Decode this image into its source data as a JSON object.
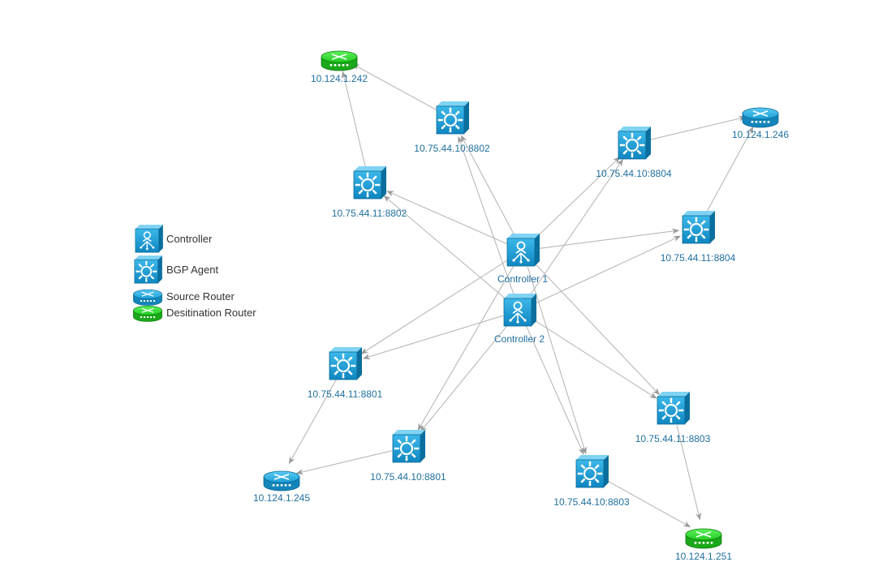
{
  "colors": {
    "device_blue": "#1a9fd6",
    "device_blue_dark": "#0b6f9e",
    "router_green": "#22cc22",
    "router_green_dark": "#149414",
    "edge": "#b8b8b8",
    "label": "#1f6f9f"
  },
  "legend": [
    {
      "type": "controller",
      "label": "Controller",
      "icon": "controller-icon"
    },
    {
      "type": "bgp-agent",
      "label": "BGP Agent",
      "icon": "bgp-agent-icon"
    },
    {
      "type": "source-router",
      "label": "Source Router",
      "icon": "source-router-icon"
    },
    {
      "type": "destination-router",
      "label": "Desitination Router",
      "icon": "destination-router-icon"
    }
  ],
  "nodes": [
    {
      "id": "c1",
      "type": "controller",
      "label": "Controller 1"
    },
    {
      "id": "c2",
      "type": "controller",
      "label": "Controller 2"
    },
    {
      "id": "a1",
      "type": "bgp-agent",
      "label": "10.75.44.10:8802"
    },
    {
      "id": "a2",
      "type": "bgp-agent",
      "label": "10.75.44.11:8802"
    },
    {
      "id": "a3",
      "type": "bgp-agent",
      "label": "10.75.44.10:8804"
    },
    {
      "id": "a4",
      "type": "bgp-agent",
      "label": "10.75.44.11:8804"
    },
    {
      "id": "a5",
      "type": "bgp-agent",
      "label": "10.75.44.11:8801"
    },
    {
      "id": "a6",
      "type": "bgp-agent",
      "label": "10.75.44.10:8801"
    },
    {
      "id": "a7",
      "type": "bgp-agent",
      "label": "10.75.44.11:8803"
    },
    {
      "id": "a8",
      "type": "bgp-agent",
      "label": "10.75.44.10:8803"
    },
    {
      "id": "r1",
      "type": "destination-router",
      "label": "10.124.1.242"
    },
    {
      "id": "r2",
      "type": "source-router",
      "label": "10.124.1.246"
    },
    {
      "id": "r3",
      "type": "source-router",
      "label": "10.124.1.245"
    },
    {
      "id": "r4",
      "type": "destination-router",
      "label": "10.124.1.251"
    }
  ],
  "edges": [
    {
      "from": "c1",
      "to": "a2"
    },
    {
      "from": "c1",
      "to": "a1"
    },
    {
      "from": "c1",
      "to": "a4"
    },
    {
      "from": "c1",
      "to": "a5"
    },
    {
      "from": "c1",
      "to": "a6"
    },
    {
      "from": "c1",
      "to": "a7"
    },
    {
      "from": "c1",
      "to": "a8"
    },
    {
      "from": "c1",
      "to": "a3"
    },
    {
      "from": "c2",
      "to": "a2"
    },
    {
      "from": "c2",
      "to": "a1"
    },
    {
      "from": "c2",
      "to": "a3"
    },
    {
      "from": "c2",
      "to": "a4"
    },
    {
      "from": "c2",
      "to": "a5"
    },
    {
      "from": "c2",
      "to": "a6"
    },
    {
      "from": "c2",
      "to": "a7"
    },
    {
      "from": "c2",
      "to": "a8"
    },
    {
      "from": "a1",
      "to": "r1"
    },
    {
      "from": "a2",
      "to": "r1"
    },
    {
      "from": "a3",
      "to": "r2"
    },
    {
      "from": "a4",
      "to": "r2"
    },
    {
      "from": "a5",
      "to": "r3"
    },
    {
      "from": "a6",
      "to": "r3"
    },
    {
      "from": "a7",
      "to": "r4"
    },
    {
      "from": "a8",
      "to": "r4"
    }
  ]
}
